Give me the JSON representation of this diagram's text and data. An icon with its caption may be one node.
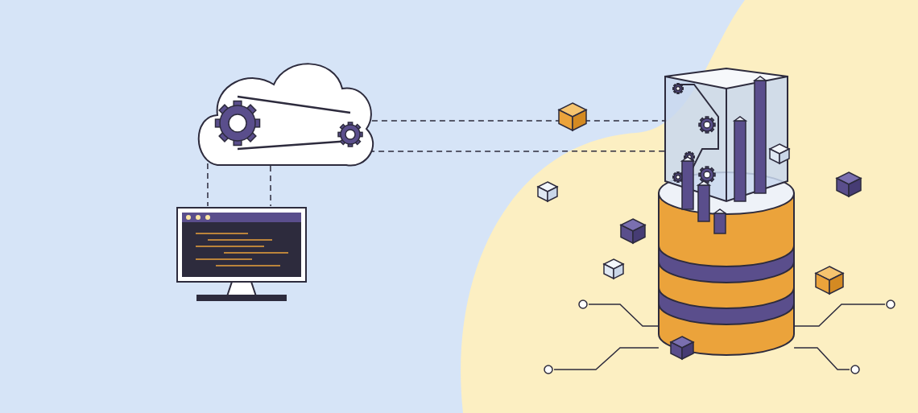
{
  "diagram": {
    "nodes": [
      {
        "text": [],
        "shape": "cloud"
      },
      {
        "text": [],
        "shape": "picture"
      },
      {
        "text": [],
        "shape": "cylinder"
      },
      {
        "text": [],
        "shape": "circle"
      },
      {
        "text": [],
        "shape": "circle"
      },
      {
        "text": [],
        "shape": "circle"
      },
      {
        "text": [],
        "shape": "circle"
      }
    ],
    "edges": [
      {
        "from": 0,
        "to": 1,
        "arrow": "none",
        "style": "dashed"
      },
      {
        "from": 0,
        "to": 1,
        "arrow": "none",
        "style": "dashed"
      },
      {
        "from": 0,
        "to": 2,
        "arrow": "none",
        "style": "dashed"
      },
      {
        "from": 0,
        "to": 2,
        "arrow": "none",
        "style": "dashed"
      },
      {
        "from": 3,
        "to": 2,
        "arrow": "none"
      },
      {
        "from": 4,
        "to": 2,
        "arrow": "none"
      },
      {
        "from": 5,
        "to": 2,
        "arrow": "none"
      },
      {
        "from": 6,
        "to": 2,
        "arrow": "none"
      }
    ]
  }
}
